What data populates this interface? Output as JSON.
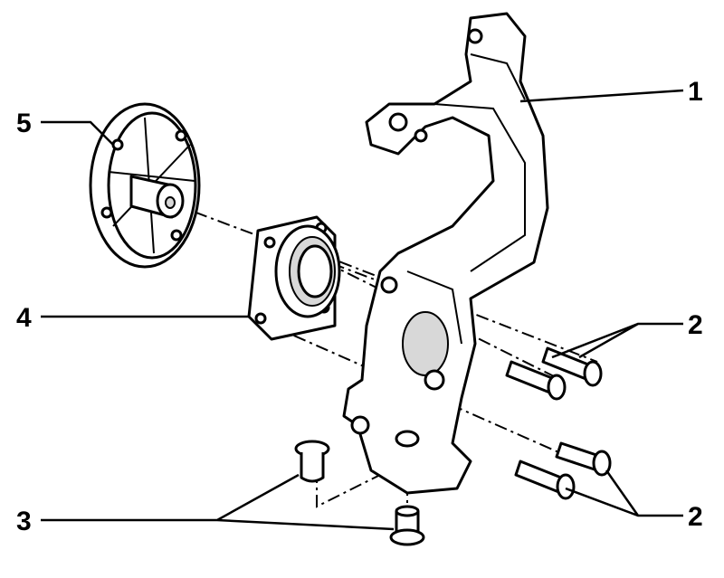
{
  "diagram": {
    "labels": {
      "steering_knuckle": "1",
      "bolts_upper": "2",
      "bolts_lower": "2",
      "bushings": "3",
      "wheel_bearing": "4",
      "wheel_hub": "5"
    }
  }
}
